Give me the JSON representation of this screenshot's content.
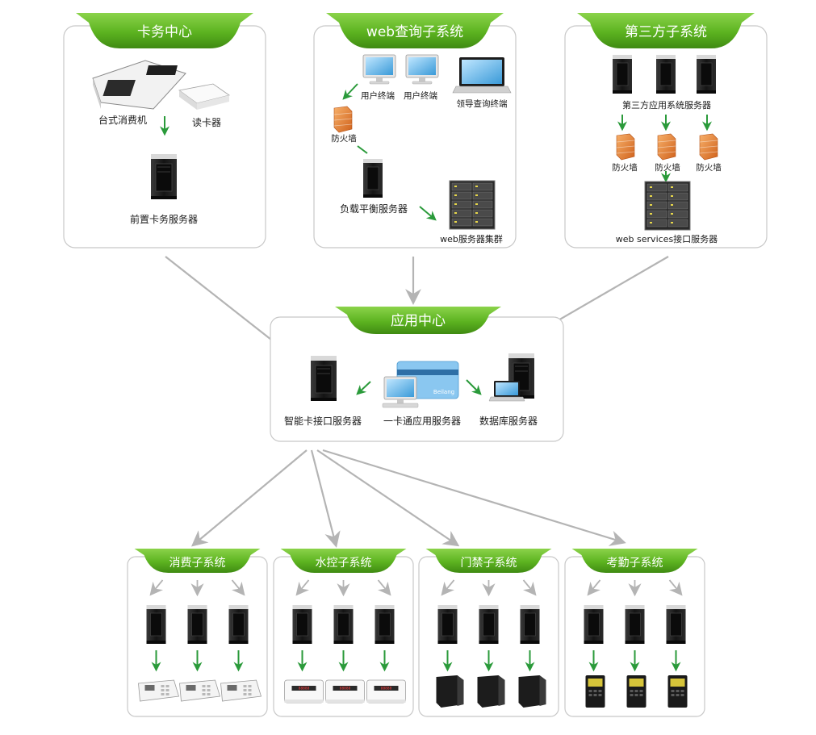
{
  "top_panels": {
    "card_center": {
      "title": "卡务中心",
      "desktop_pos_label": "台式消费机",
      "card_reader_label": "读卡器",
      "front_server_label": "前置卡务服务器"
    },
    "web_query": {
      "title": "web查询子系统",
      "user_terminal_1_label": "用户终端",
      "user_terminal_2_label": "用户终端",
      "leader_terminal_label": "领导查询终端",
      "firewall_label": "防火墙",
      "load_balancer_label": "负载平衡服务器",
      "web_cluster_label": "web服务器集群"
    },
    "third_party": {
      "title": "第三方子系统",
      "app_servers_label": "第三方应用系统服务器",
      "firewall_1_label": "防火墙",
      "firewall_2_label": "防火墙",
      "firewall_3_label": "防火墙",
      "ws_server_label": "web services接口服务器"
    }
  },
  "app_center": {
    "title": "应用中心",
    "smart_card_server_label": "智能卡接口服务器",
    "one_card_server_label": "一卡通应用服务器",
    "database_server_label": "数据库服务器",
    "card_print_text": "Beilang"
  },
  "subsystems": [
    {
      "title": "消费子系统",
      "device": "pos-terminal"
    },
    {
      "title": "水控子系统",
      "device": "water-controller"
    },
    {
      "title": "门禁子系统",
      "device": "access-controller"
    },
    {
      "title": "考勤子系统",
      "device": "attendance-terminal"
    }
  ],
  "colors": {
    "tab_green": "#5cb320",
    "tab_green_dark": "#3f8a12",
    "arrow_green": "#2a9a3a",
    "arrow_gray": "#b4b4b4",
    "panel_border": "#c8c8c8",
    "server_body": "#1e1e1e",
    "firewall_orange": "#e07a2a"
  },
  "icons": {
    "server": "tower-server-icon",
    "rack": "rack-server-icon",
    "firewall": "firewall-icon",
    "monitor": "desktop-monitor-icon",
    "laptop": "laptop-icon"
  }
}
